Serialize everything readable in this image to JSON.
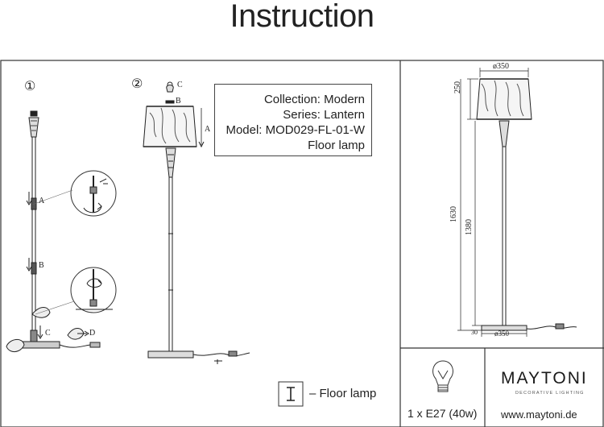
{
  "title": "Instruction",
  "steps": {
    "one": "①",
    "two": "②"
  },
  "spec": {
    "collection": "Collection: Modern",
    "series": "Series: Lantern",
    "model": "Model: MOD029-FL-01-W",
    "type": "Floor lamp"
  },
  "part_labels": {
    "a": "A",
    "b": "B",
    "c": "C",
    "d": "D"
  },
  "dimensions": {
    "shade_diameter": "ø350",
    "shade_height": "250",
    "total_height": "1630",
    "stem_height": "1380",
    "base_height": "30",
    "base_diameter": "ø350"
  },
  "legend": {
    "text": "– Floor lamp"
  },
  "bulb": {
    "label": "1 x E27 (40w)"
  },
  "brand": {
    "name": "MAYTONI",
    "tagline": "DECORATIVE LIGHTING",
    "website": "www.maytoni.de"
  }
}
